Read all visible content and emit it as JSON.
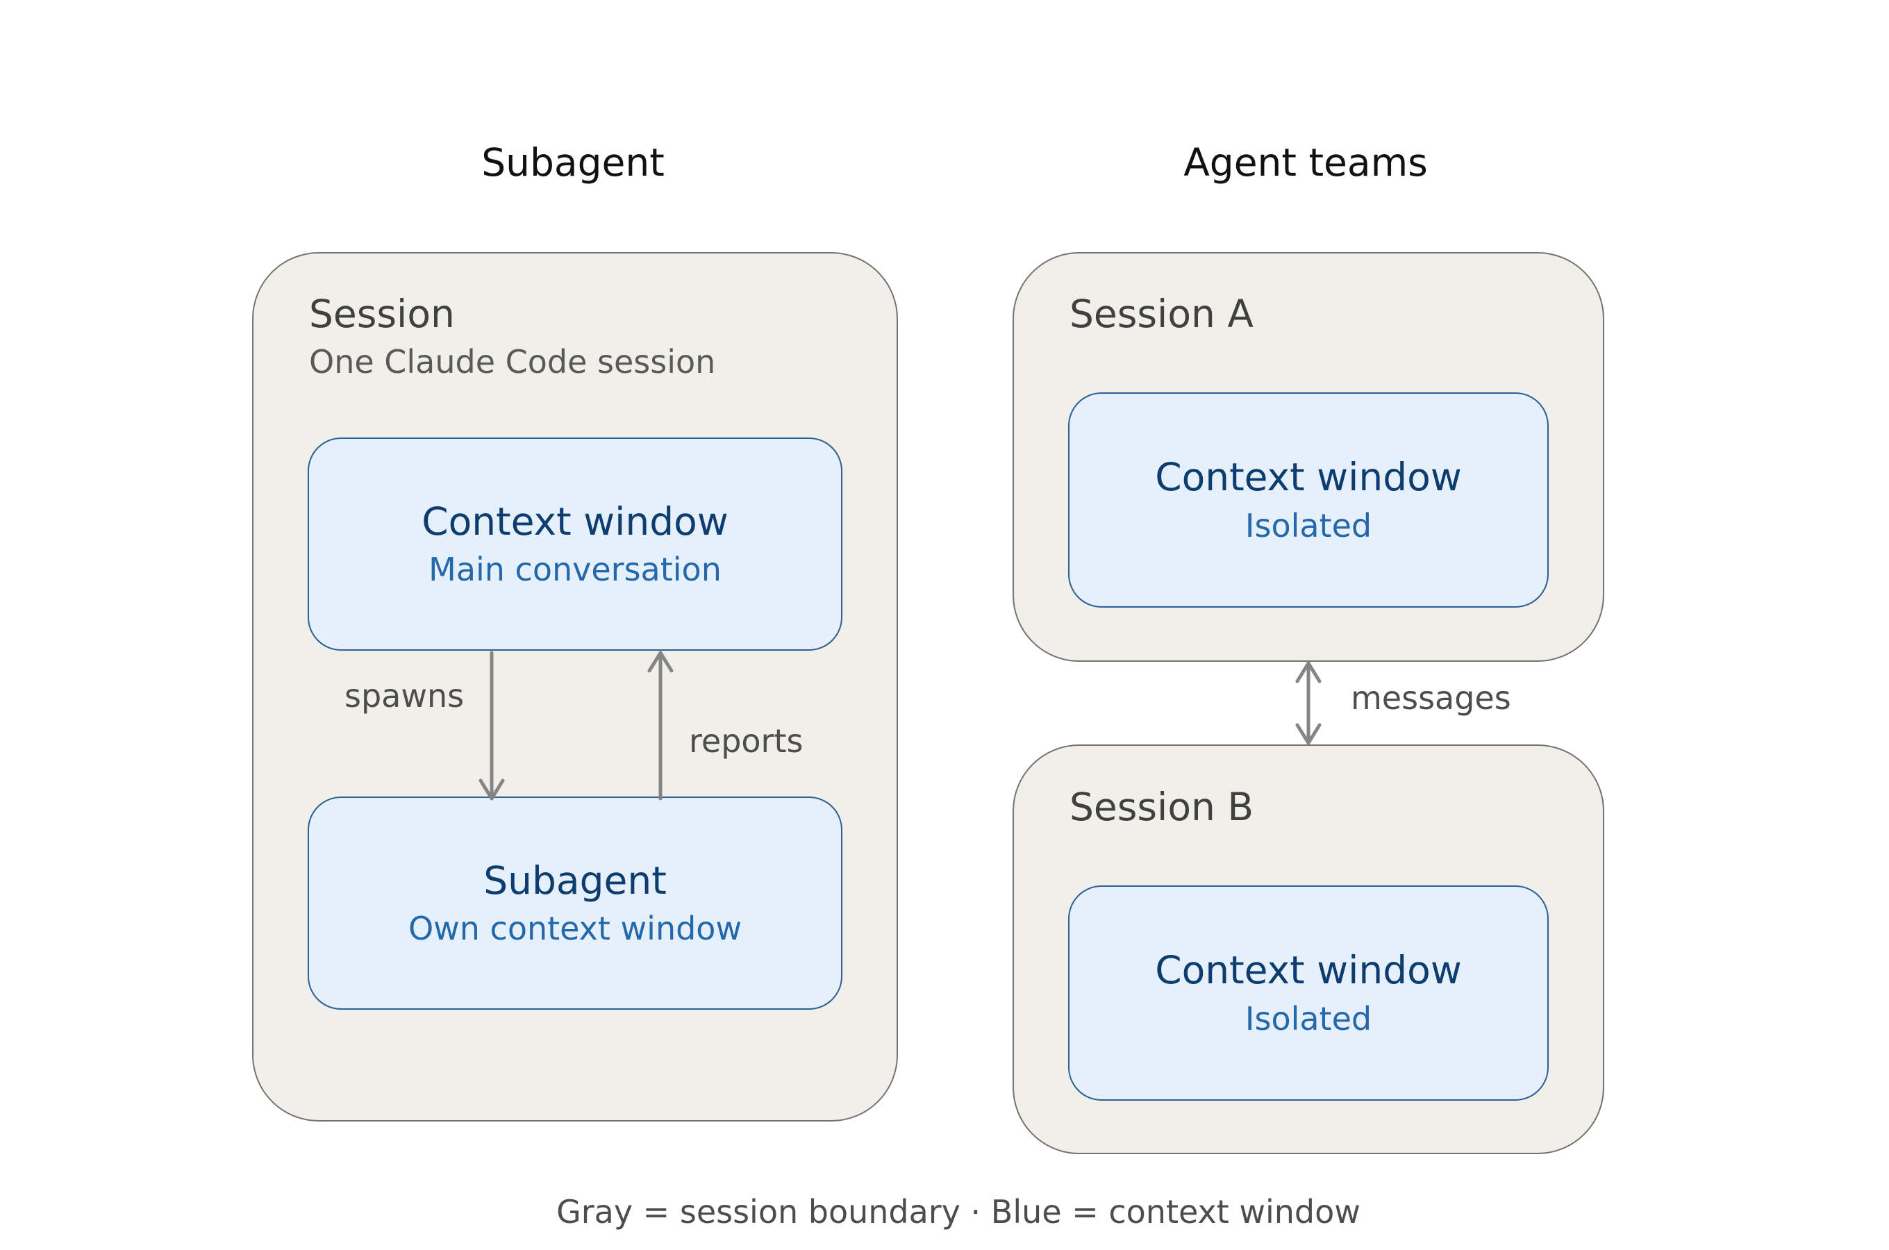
{
  "subagent": {
    "column_title": "Subagent",
    "session": {
      "title": "Session",
      "subtitle": "One Claude Code session",
      "context_window": {
        "title": "Context window",
        "subtitle": "Main conversation"
      },
      "subagent_box": {
        "title": "Subagent",
        "subtitle": "Own context window"
      }
    },
    "arrows": {
      "down_label": "spawns",
      "up_label": "reports"
    }
  },
  "agent_teams": {
    "column_title": "Agent teams",
    "session_a": {
      "title": "Session A",
      "context_window": {
        "title": "Context window",
        "subtitle": "Isolated"
      }
    },
    "session_b": {
      "title": "Session B",
      "context_window": {
        "title": "Context window",
        "subtitle": "Isolated"
      }
    },
    "arrow_label": "messages"
  },
  "legend": "Gray = session boundary · Blue = context window",
  "colors": {
    "session_fill": "#f1efe9",
    "session_border": "#737373",
    "context_fill": "#e5f0fb",
    "context_border": "#2b5f96",
    "arrow": "#858585"
  }
}
